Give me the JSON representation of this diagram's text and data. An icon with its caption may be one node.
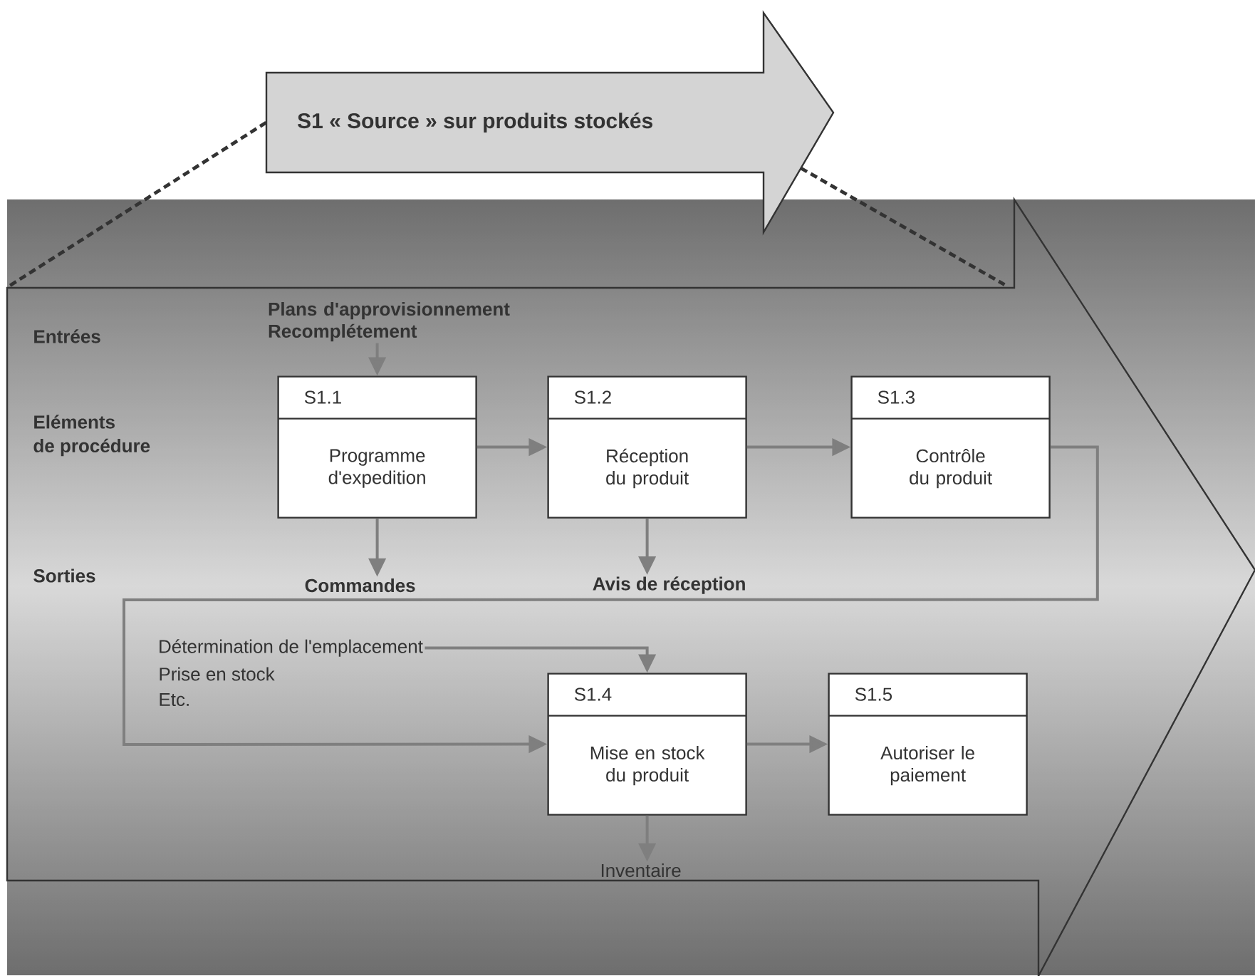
{
  "diagram": {
    "nodes": [
      {
        "text": [
          "S1 « Source » sur produits stockés"
        ]
      },
      {
        "text": [],
        "shape": "arrow"
      },
      {
        "text": [
          "Plans d'approvisionnement Recomplétement"
        ],
        "in": 1
      },
      {
        "text": [
          "S1.1",
          "Programme d'expedition"
        ],
        "in": 1
      },
      {
        "text": [
          "S1.2",
          "Réception du produit"
        ],
        "in": 1
      },
      {
        "text": [
          "S1.3",
          "Contrôle du produit"
        ],
        "in": 1
      },
      {
        "text": [
          "Commandes"
        ],
        "in": 1
      },
      {
        "text": [
          "Avis de réception"
        ],
        "in": 1
      },
      {
        "text": [
          "Détermination de l'emplacement"
        ],
        "in": 1
      },
      {
        "text": [
          "S1.4",
          "Mise en stock du produit"
        ],
        "in": 1
      },
      {
        "text": [
          "S1.5",
          "Autoriser le paiement"
        ],
        "in": 1
      },
      {
        "text": [
          "Inventaire"
        ],
        "in": 1
      }
    ],
    "edges": [
      {
        "from": 0,
        "to": 1,
        "arrow": "none",
        "style": "dashed",
        "color": "#333333"
      },
      {
        "from": 0,
        "to": 1,
        "arrow": "none",
        "style": "dashed",
        "color": "#333333"
      },
      {
        "from": 2,
        "to": 3,
        "arrow": "to"
      },
      {
        "from": 3,
        "to": 4,
        "arrow": "to"
      },
      {
        "from": 4,
        "to": 5,
        "arrow": "to"
      },
      {
        "from": 5,
        "to": 9,
        "arrow": "to"
      },
      {
        "from": 3,
        "to": 6,
        "arrow": "to"
      },
      {
        "from": 4,
        "to": 7,
        "arrow": "to"
      },
      {
        "from": 8,
        "to": 9,
        "arrow": "to"
      },
      {
        "from": 9,
        "to": 10,
        "arrow": "to"
      },
      {
        "from": 9,
        "to": 11,
        "arrow": "to"
      }
    ],
    "labels": [
      "Entrées",
      "Eléments",
      "de procédure",
      "Sorties",
      "Prise en stock",
      "Etc."
    ]
  }
}
